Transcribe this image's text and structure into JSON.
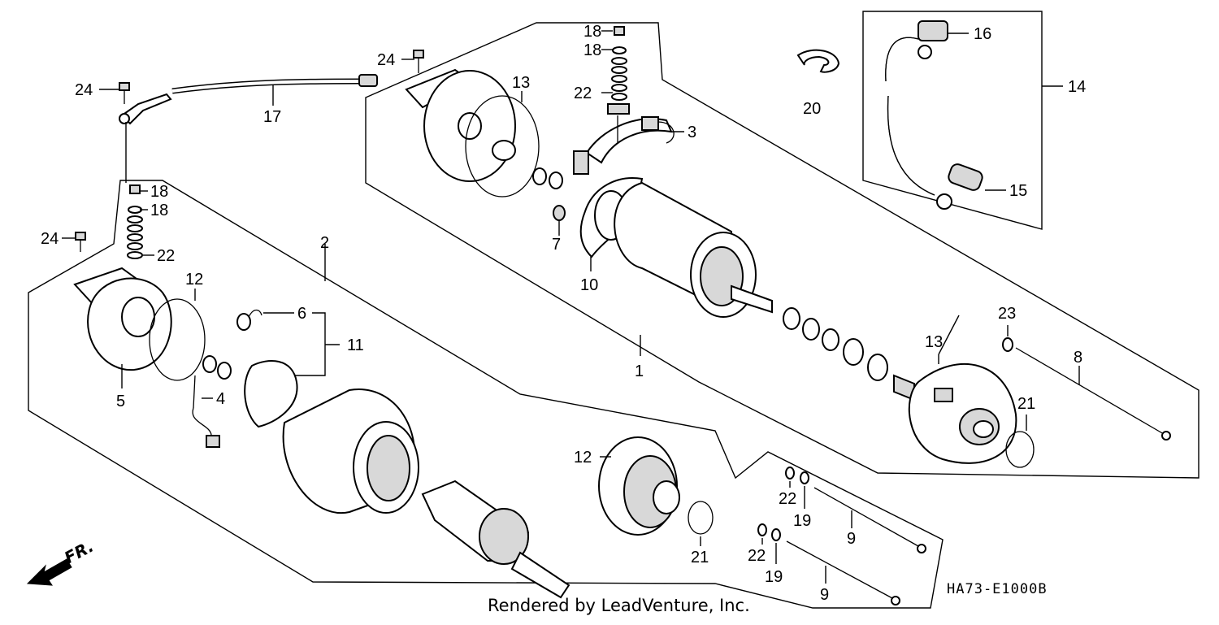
{
  "diagram": {
    "drawing_code": "HA73-E1000B",
    "credit": "Rendered by LeadVenture, Inc.",
    "direction_label": "FR.",
    "callouts": {
      "c1": "1",
      "c2": "2",
      "c3": "3",
      "c4": "4",
      "c5": "5",
      "c6": "6",
      "c7": "7",
      "c8": "8",
      "c9a": "9",
      "c9b": "9",
      "c10": "10",
      "c11": "11",
      "c12a": "12",
      "c12b": "12",
      "c13a": "13",
      "c13b": "13",
      "c14": "14",
      "c15": "15",
      "c16": "16",
      "c17": "17",
      "c18a": "18",
      "c18b": "18",
      "c18c": "18",
      "c18d": "18",
      "c19a": "19",
      "c19b": "19",
      "c20": "20",
      "c21a": "21",
      "c21b": "21",
      "c22a": "22",
      "c22b": "22",
      "c22c": "22",
      "c22d": "22",
      "c23": "23",
      "c24a": "24",
      "c24b": "24",
      "c24c": "24"
    }
  }
}
